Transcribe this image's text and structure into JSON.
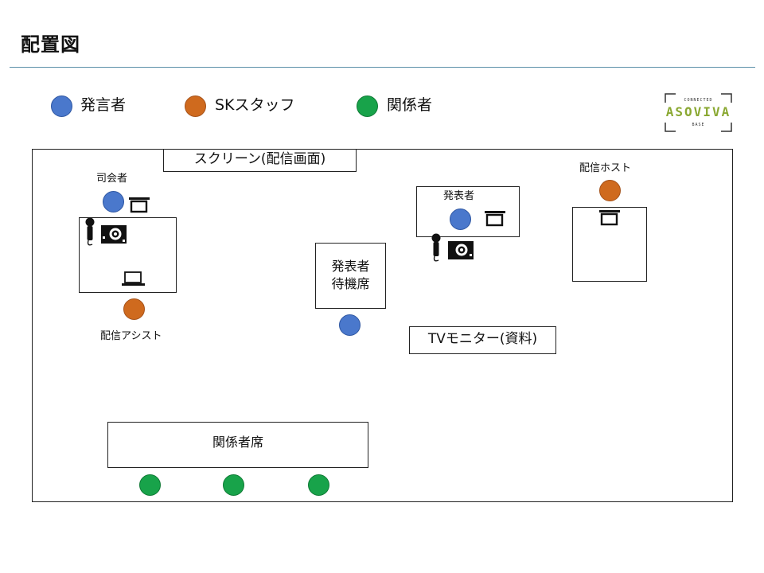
{
  "page": {
    "title": "配置図"
  },
  "legend": [
    {
      "label": "発言者",
      "color": "#4a78cc"
    },
    {
      "label": "SKスタッフ",
      "color": "#cf6a1e"
    },
    {
      "label": "関係者",
      "color": "#18a34a"
    }
  ],
  "logo": {
    "top": "CONNECTED",
    "main": "ASOVIVA",
    "bottom": "BASE"
  },
  "floor": {
    "screen": "スクリーン(配信画面)",
    "mc_label": "司会者",
    "assist_label": "配信アシスト",
    "waiting_area": [
      "発表者",
      "待機席"
    ],
    "presenter_label": "発表者",
    "tv_monitor": "TVモニター(資料)",
    "host_label": "配信ホスト",
    "guest_seats": "関係者席"
  },
  "icons": [
    "microphone-icon",
    "projector-icon",
    "monitor-icon",
    "laptop-icon"
  ]
}
